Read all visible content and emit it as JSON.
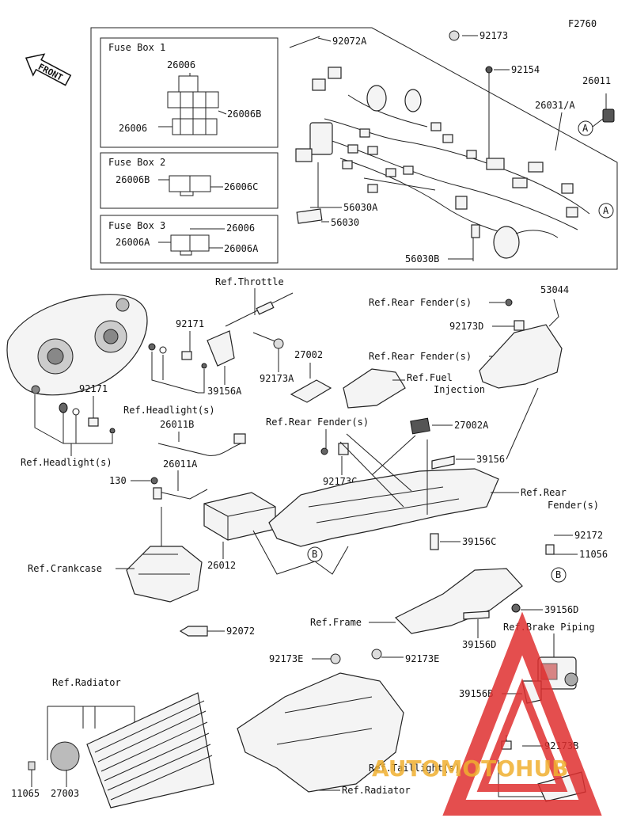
{
  "page_code": "F2760",
  "front_label": "FRONT",
  "fuse_boxes": [
    {
      "title": "Fuse Box 1",
      "parts": [
        "26006",
        "26006B",
        "26006"
      ]
    },
    {
      "title": "Fuse Box 2",
      "parts": [
        "26006B",
        "26006C"
      ]
    },
    {
      "title": "Fuse Box 3",
      "parts": [
        "26006",
        "26006A",
        "26006A"
      ]
    }
  ],
  "callouts": {
    "c92072A": "92072A",
    "c92173": "92173",
    "c92154": "92154",
    "c26011": "26011",
    "c26031A": "26031/A",
    "c56030A": "56030A",
    "c56030": "56030",
    "c56030B": "56030B",
    "refThrottle": "Ref.Throttle",
    "c92171a": "92171",
    "c39156A": "39156A",
    "c92173A": "92173A",
    "c27002": "27002",
    "refRearFender1": "Ref.Rear Fender(s)",
    "c53044": "53044",
    "c92173D": "92173D",
    "refRearFender2": "Ref.Rear Fender(s)",
    "refFuel1": "Ref.Fuel",
    "refFuel2": "Injection",
    "refHeadlight1": "Ref.Headlight(s)",
    "c92171b": "92171",
    "c26011B": "26011B",
    "refRearFender3": "Ref.Rear Fender(s)",
    "c27002A": "27002A",
    "c26011A": "26011A",
    "c39156": "39156",
    "refHeadlight2": "Ref.Headlight(s)",
    "c130": "130",
    "c92173C": "92173C",
    "refRearFender4a": "Ref.Rear",
    "refRearFender4b": "Fender(s)",
    "c92172": "92172",
    "c39156C": "39156C",
    "c11056": "11056",
    "refCrankcase": "Ref.Crankcase",
    "c26012": "26012",
    "refFrame": "Ref.Frame",
    "c39156D": "39156D",
    "c92072": "92072",
    "c39156D2": "39156D",
    "refBrake": "Ref.Brake Piping",
    "c92173E1": "92173E",
    "c92173E2": "92173E",
    "refRadiator1": "Ref.Radiator",
    "c39156B": "39156B",
    "c92173B": "92173B",
    "refTaillight": "Ref.Taillight(s)",
    "c11065": "11065",
    "c27003": "27003",
    "refRadiator2": "Ref.Radiator"
  },
  "markers": {
    "A": "A",
    "B": "B"
  },
  "watermark": "AUTOMOTOHUB",
  "colors": {
    "line": "#222222",
    "watermark": "#e03030",
    "watermark_text": "#f0b030"
  }
}
